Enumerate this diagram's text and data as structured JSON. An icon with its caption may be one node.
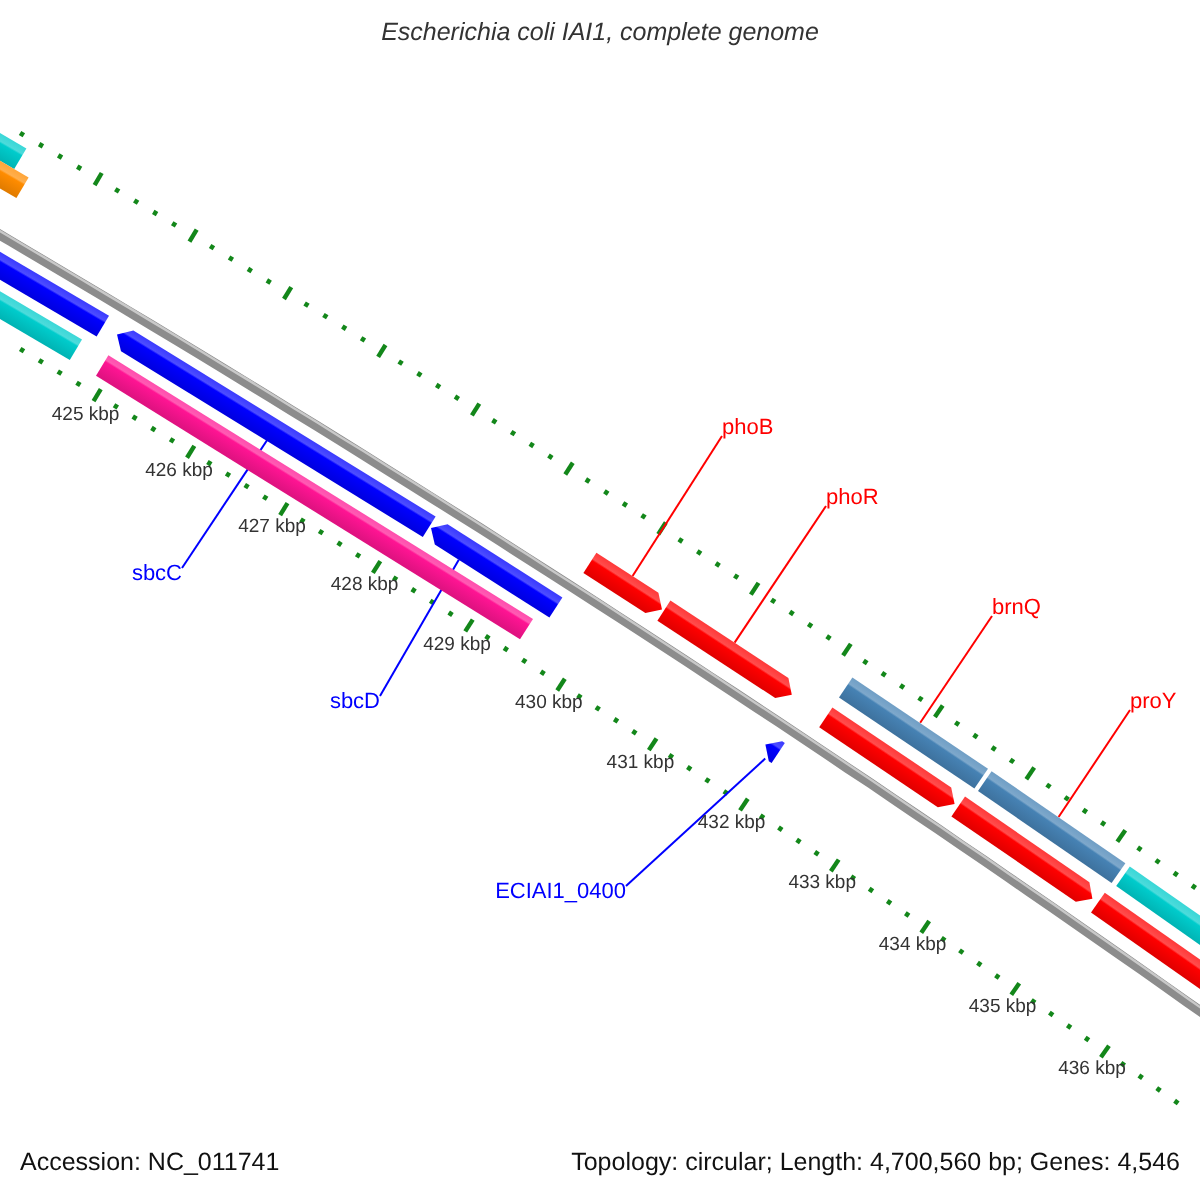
{
  "diagram": {
    "title": "Escherichia coli IAI1, complete genome",
    "nodes": [
      {
        "text": [],
        "shape": "bar"
      },
      {
        "text": [],
        "shape": "bar"
      },
      {
        "text": [],
        "shape": "bar"
      },
      {
        "text": [],
        "shape": "bar"
      },
      {
        "text": [],
        "shape": "arrow"
      },
      {
        "text": [],
        "shape": "bar"
      },
      {
        "text": [],
        "shape": "arrow"
      },
      {
        "text": [],
        "shape": "arrow"
      },
      {
        "text": [],
        "shape": "arrow"
      },
      {
        "text": [],
        "shape": "arrow"
      },
      {
        "text": [],
        "shape": "bar"
      },
      {
        "text": [],
        "shape": "arrow"
      },
      {
        "text": [],
        "shape": "bar"
      },
      {
        "text": [],
        "shape": "arrow"
      },
      {
        "text": [],
        "shape": "bar"
      },
      {
        "text": [],
        "shape": "bar"
      },
      {
        "text": [
          "phoB"
        ]
      },
      {
        "text": [
          "phoR"
        ]
      },
      {
        "text": [
          "brnQ"
        ]
      },
      {
        "text": [
          "proY"
        ]
      },
      {
        "text": [
          "sbcC"
        ]
      },
      {
        "text": [
          "sbcD"
        ]
      },
      {
        "text": [
          "ECIAI1_0400"
        ]
      }
    ],
    "edges": [
      {
        "from": 16,
        "to": 7,
        "arrow": "none"
      },
      {
        "from": 17,
        "to": 8,
        "arrow": "none"
      },
      {
        "from": 18,
        "to": 10,
        "arrow": "none"
      },
      {
        "from": 19,
        "to": 12,
        "arrow": "none"
      },
      {
        "from": 20,
        "to": 4,
        "arrow": "none",
        "color": "#0000ff"
      },
      {
        "from": 21,
        "to": 6,
        "arrow": "none",
        "color": "#0000ff"
      },
      {
        "from": 22,
        "to": 9,
        "arrow": "none",
        "color": "#0000ff"
      }
    ],
    "labels": [
      "425 kbp",
      "426 kbp",
      "427 kbp",
      "428 kbp",
      "429 kbp",
      "430 kbp",
      "431 kbp",
      "432 kbp",
      "433 kbp",
      "434 kbp",
      "435 kbp",
      "436 kbp",
      "Accession: NC_011741",
      "Topology: circular; Length: 4,700,560 bp; Genes: 4,546"
    ]
  }
}
